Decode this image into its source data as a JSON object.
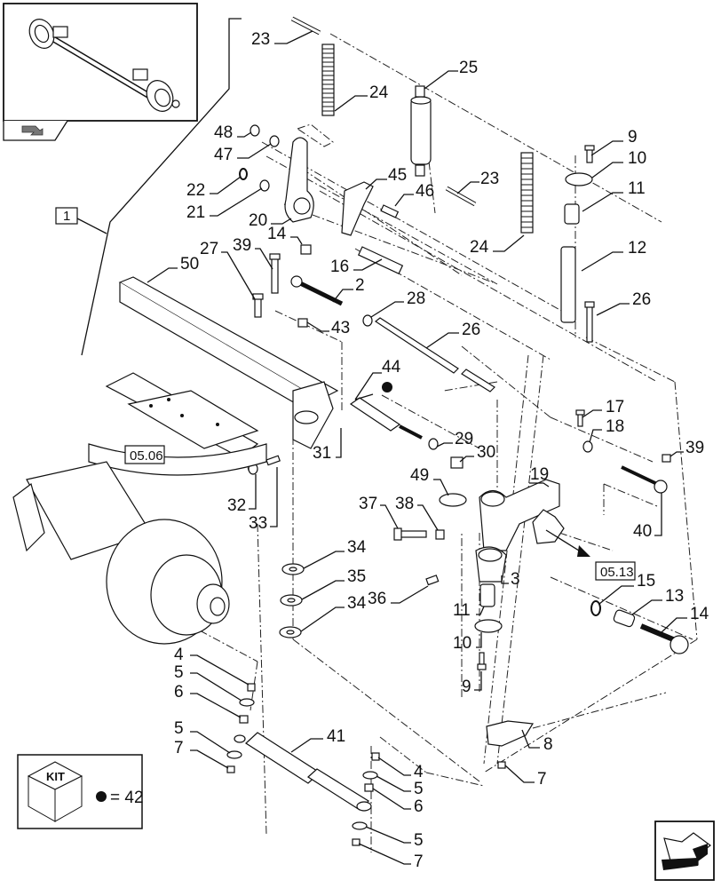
{
  "diagram": {
    "title": "Axle brake linkage exploded parts view",
    "overview_thumbnail": {
      "icon": "axle-assembly-icon"
    },
    "nav_back_icon": "back-arrow-icon",
    "nav_next_icon": "next-page-arrow-icon",
    "assembly_ref": "1",
    "references": [
      {
        "id": "ref-05-06",
        "label": "05.06"
      },
      {
        "id": "ref-05-13",
        "label": "05.13"
      }
    ],
    "kit_legend": {
      "cube_label": "KIT",
      "symbol": "kit-dot-icon",
      "equals_text": "= 42"
    },
    "callouts": [
      {
        "id": "c23a",
        "label": "23"
      },
      {
        "id": "c24a",
        "label": "24"
      },
      {
        "id": "c25",
        "label": "25"
      },
      {
        "id": "c48",
        "label": "48"
      },
      {
        "id": "c47",
        "label": "47"
      },
      {
        "id": "c22",
        "label": "22"
      },
      {
        "id": "c21",
        "label": "21"
      },
      {
        "id": "c20",
        "label": "20"
      },
      {
        "id": "c45",
        "label": "45"
      },
      {
        "id": "c46",
        "label": "46"
      },
      {
        "id": "c23b",
        "label": "23"
      },
      {
        "id": "c24b",
        "label": "24"
      },
      {
        "id": "c9a",
        "label": "9"
      },
      {
        "id": "c10a",
        "label": "10"
      },
      {
        "id": "c11a",
        "label": "11"
      },
      {
        "id": "c12",
        "label": "12"
      },
      {
        "id": "c26a",
        "label": "26"
      },
      {
        "id": "c27",
        "label": "27"
      },
      {
        "id": "c39a",
        "label": "39"
      },
      {
        "id": "c14a",
        "label": "14"
      },
      {
        "id": "c16",
        "label": "16"
      },
      {
        "id": "c2",
        "label": "2"
      },
      {
        "id": "c50",
        "label": "50"
      },
      {
        "id": "c28",
        "label": "28"
      },
      {
        "id": "c43",
        "label": "43"
      },
      {
        "id": "c26b",
        "label": "26"
      },
      {
        "id": "c44",
        "label": "44"
      },
      {
        "id": "c17",
        "label": "17"
      },
      {
        "id": "c18",
        "label": "18"
      },
      {
        "id": "c39b",
        "label": "39"
      },
      {
        "id": "c29",
        "label": "29"
      },
      {
        "id": "c30",
        "label": "30"
      },
      {
        "id": "c31",
        "label": "31"
      },
      {
        "id": "c19",
        "label": "19"
      },
      {
        "id": "c49",
        "label": "49"
      },
      {
        "id": "c32",
        "label": "32"
      },
      {
        "id": "c33",
        "label": "33"
      },
      {
        "id": "c40",
        "label": "40"
      },
      {
        "id": "c37",
        "label": "37"
      },
      {
        "id": "c38",
        "label": "38"
      },
      {
        "id": "c34a",
        "label": "34"
      },
      {
        "id": "c35",
        "label": "35"
      },
      {
        "id": "c34b",
        "label": "34"
      },
      {
        "id": "c3",
        "label": "3"
      },
      {
        "id": "c36",
        "label": "36"
      },
      {
        "id": "c15",
        "label": "15"
      },
      {
        "id": "c13",
        "label": "13"
      },
      {
        "id": "c14b",
        "label": "14"
      },
      {
        "id": "c11b",
        "label": "11"
      },
      {
        "id": "c10b",
        "label": "10"
      },
      {
        "id": "c9b",
        "label": "9"
      },
      {
        "id": "c4a",
        "label": "4"
      },
      {
        "id": "c5a",
        "label": "5"
      },
      {
        "id": "c6a",
        "label": "6"
      },
      {
        "id": "c5b",
        "label": "5"
      },
      {
        "id": "c7a",
        "label": "7"
      },
      {
        "id": "c41",
        "label": "41"
      },
      {
        "id": "c4b",
        "label": "4"
      },
      {
        "id": "c5c",
        "label": "5"
      },
      {
        "id": "c6b",
        "label": "6"
      },
      {
        "id": "c5d",
        "label": "5"
      },
      {
        "id": "c7b",
        "label": "7"
      },
      {
        "id": "c8",
        "label": "8"
      },
      {
        "id": "c7c",
        "label": "7"
      }
    ]
  }
}
